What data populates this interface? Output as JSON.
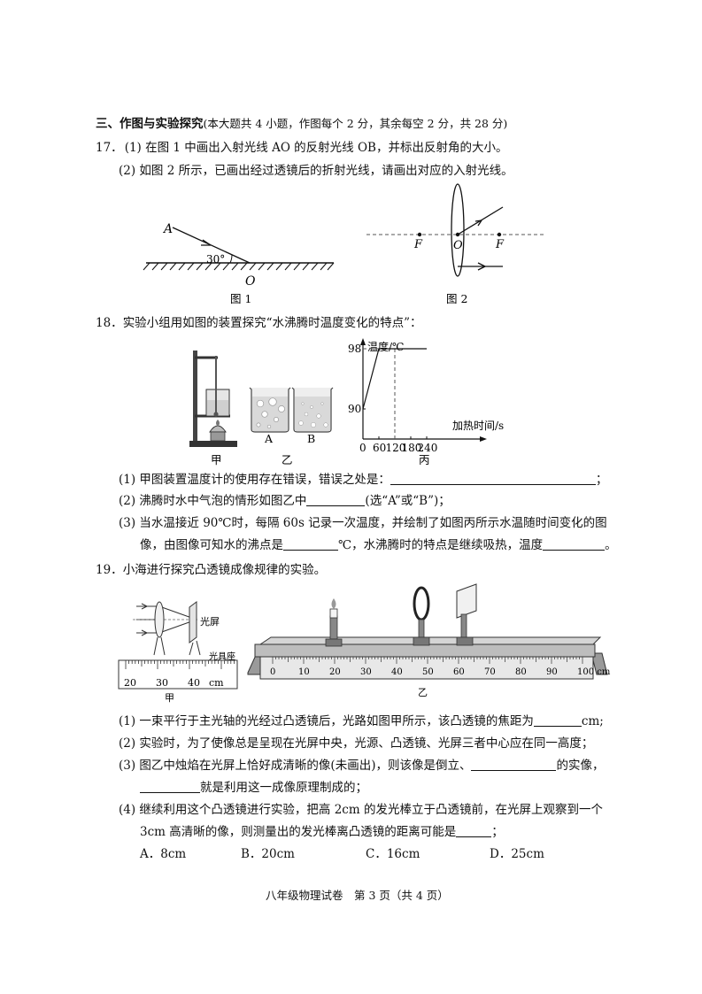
{
  "section_title": "三、作图与实验探究",
  "section_note": "(本大题共 4 小题，作图每个 2 分，其余每空 2 分，共 28 分)",
  "q17": {
    "num": "17．",
    "p1_label": "(1)",
    "p1_text": "在图 1 中画出入射光线 AO 的反射光线 OB，并标出反射角的大小。",
    "p2_label": "(2)",
    "p2_text": "如图 2 所示，已画出经过透镜后的折射光线，请画出对应的入射光线。",
    "fig1": {
      "point_a": "A",
      "angle": "30°",
      "point_o": "O",
      "caption": "图 1"
    },
    "fig2": {
      "f_left": "F",
      "o": "O",
      "f_right": "F",
      "caption": "图 2"
    }
  },
  "q18": {
    "num": "18．",
    "stem": "实验小组用如图的装置探究“水沸腾时温度变化的特点”：",
    "fig_jia": "甲",
    "fig_yi": "乙",
    "fig_bing": "丙",
    "beaker_a": "A",
    "beaker_b": "B",
    "p1_label": "(1)",
    "p1_text": "甲图装置温度计的使用存在错误，错误之处是：",
    "p1_end": "；",
    "p2_label": "(2)",
    "p2_text": "沸腾时水中气泡的情形如图乙中",
    "p2_end": "(选“A”或“B”)；",
    "p3_label": "(3)",
    "p3_text_a": "当水温接近 90℃时，每隔 60s 记录一次温度，并绘制了如图丙所示水温随时间变化的图",
    "p3_text_b": "像，由图像可知水的沸点是",
    "p3_text_c": "℃，水沸腾时的特点是继续吸热，温度",
    "p3_end": "。"
  },
  "chart_data": {
    "type": "line",
    "ylabel": "温度/℃",
    "xlabel": "加热时间/s",
    "x_ticks": [
      "0",
      "60",
      "120",
      "180",
      "240"
    ],
    "y_ticks": [
      "90",
      "98"
    ],
    "series": [
      {
        "x": [
          0,
          60,
          120,
          180,
          240
        ],
        "y": [
          90,
          98,
          98,
          98,
          98
        ]
      }
    ]
  },
  "q19": {
    "num": "19．",
    "stem": "小海进行探究凸透镜成像规律的实验。",
    "fig_jia": {
      "screen": "光屏",
      "bench": "光具座",
      "ticks": [
        "20",
        "30",
        "40"
      ],
      "unit": "cm",
      "caption": "甲"
    },
    "fig_yi": {
      "ticks": [
        "0",
        "10",
        "20",
        "30",
        "40",
        "50",
        "60",
        "70",
        "80",
        "90",
        "100 cm"
      ],
      "caption": "乙"
    },
    "p1_label": "(1)",
    "p1_text": "一束平行于主光轴的光经过凸透镜后，光路如图甲所示，该凸透镜的焦距为",
    "p1_end": "cm;",
    "p2_label": "(2)",
    "p2_text": "实验时，为了使像总是呈现在光屏中央，光源、凸透镜、光屏三者中心应在同一高度；",
    "p3_label": "(3)",
    "p3_text_a": "图乙中烛焰在光屏上恰好成清晰的像(未画出)，则该像是倒立、",
    "p3_text_a_end": "的实像，",
    "p3_text_b": "就是利用这一成像原理制成的；",
    "p4_label": "(4)",
    "p4_text_a": "继续利用这个凸透镜进行实验，把高 2cm 的发光棒立于凸透镜前，在光屏上观察到一个",
    "p4_text_b": "3cm 高清晰的像，则测量出的发光棒离凸透镜的距离可能是",
    "p4_end": "；",
    "options": [
      {
        "letter": "A．",
        "text": "8cm"
      },
      {
        "letter": "B．",
        "text": "20cm"
      },
      {
        "letter": "C．",
        "text": "16cm"
      },
      {
        "letter": "D．",
        "text": "25cm"
      }
    ]
  },
  "footer": "八年级物理试卷　第 3 页（共 4 页）"
}
